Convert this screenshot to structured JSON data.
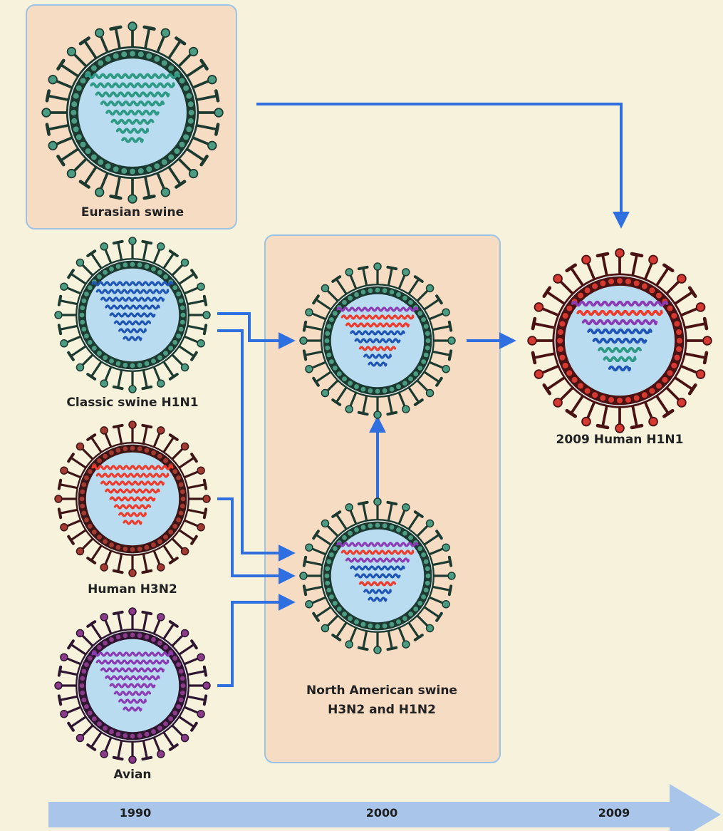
{
  "title": "",
  "colors": {
    "background": "#f6f2dc",
    "box_fill": "#f7dcc4",
    "box_border": "#9cc3e6",
    "arrow": "#2f6fe0",
    "timeline": "#a9c6ea",
    "membrane": "#b9dcf0"
  },
  "gene_colors": {
    "eurasian": "#2e9a86",
    "classic": "#1f55b6",
    "human": "#ef3b2c",
    "avian": "#8b3bb6"
  },
  "viruses": [
    {
      "id": "eurasian",
      "label": "Eurasian swine",
      "coat": "#1d3a30",
      "bead": "#4c9c84"
    },
    {
      "id": "classic",
      "label": "Classic swine H1N1",
      "coat": "#1d3a30",
      "bead": "#4c9c84"
    },
    {
      "id": "human",
      "label": "Human H3N2",
      "coat": "#3d1515",
      "bead": "#a33b32"
    },
    {
      "id": "avian",
      "label": "Avian",
      "coat": "#2e1530",
      "bead": "#8a3b8a"
    },
    {
      "id": "na_top",
      "label": "",
      "coat": "#1d3a30",
      "bead": "#4c9c84"
    },
    {
      "id": "na_bottom",
      "label": "",
      "coat": "#1d3a30",
      "bead": "#4c9c84"
    },
    {
      "id": "h1n1_2009",
      "label": "2009 Human H1N1",
      "coat": "#4a1212",
      "bead": "#d43a32"
    }
  ],
  "box_labels": {
    "north_american": [
      "North American swine",
      "H3N2 and H1N2"
    ]
  },
  "timeline": {
    "labels": [
      "1990",
      "2000",
      "2009"
    ]
  },
  "gene_stripes": {
    "eurasian": [
      "eurasian",
      "eurasian",
      "eurasian",
      "eurasian",
      "eurasian",
      "eurasian",
      "eurasian",
      "eurasian"
    ],
    "classic": [
      "classic",
      "classic",
      "classic",
      "classic",
      "classic",
      "classic",
      "classic",
      "classic"
    ],
    "human": [
      "human",
      "human",
      "human",
      "human",
      "human",
      "human",
      "human",
      "human"
    ],
    "avian": [
      "avian",
      "avian",
      "avian",
      "avian",
      "avian",
      "avian",
      "avian",
      "avian"
    ],
    "na_top": [
      "avian",
      "human",
      "human",
      "classic",
      "classic",
      "human",
      "classic",
      "classic"
    ],
    "na_bottom": [
      "avian",
      "human",
      "avian",
      "classic",
      "classic",
      "human",
      "classic",
      "classic"
    ],
    "h1n1_2009": [
      "avian",
      "human",
      "avian",
      "classic",
      "classic",
      "eurasian",
      "eurasian",
      "classic"
    ]
  }
}
